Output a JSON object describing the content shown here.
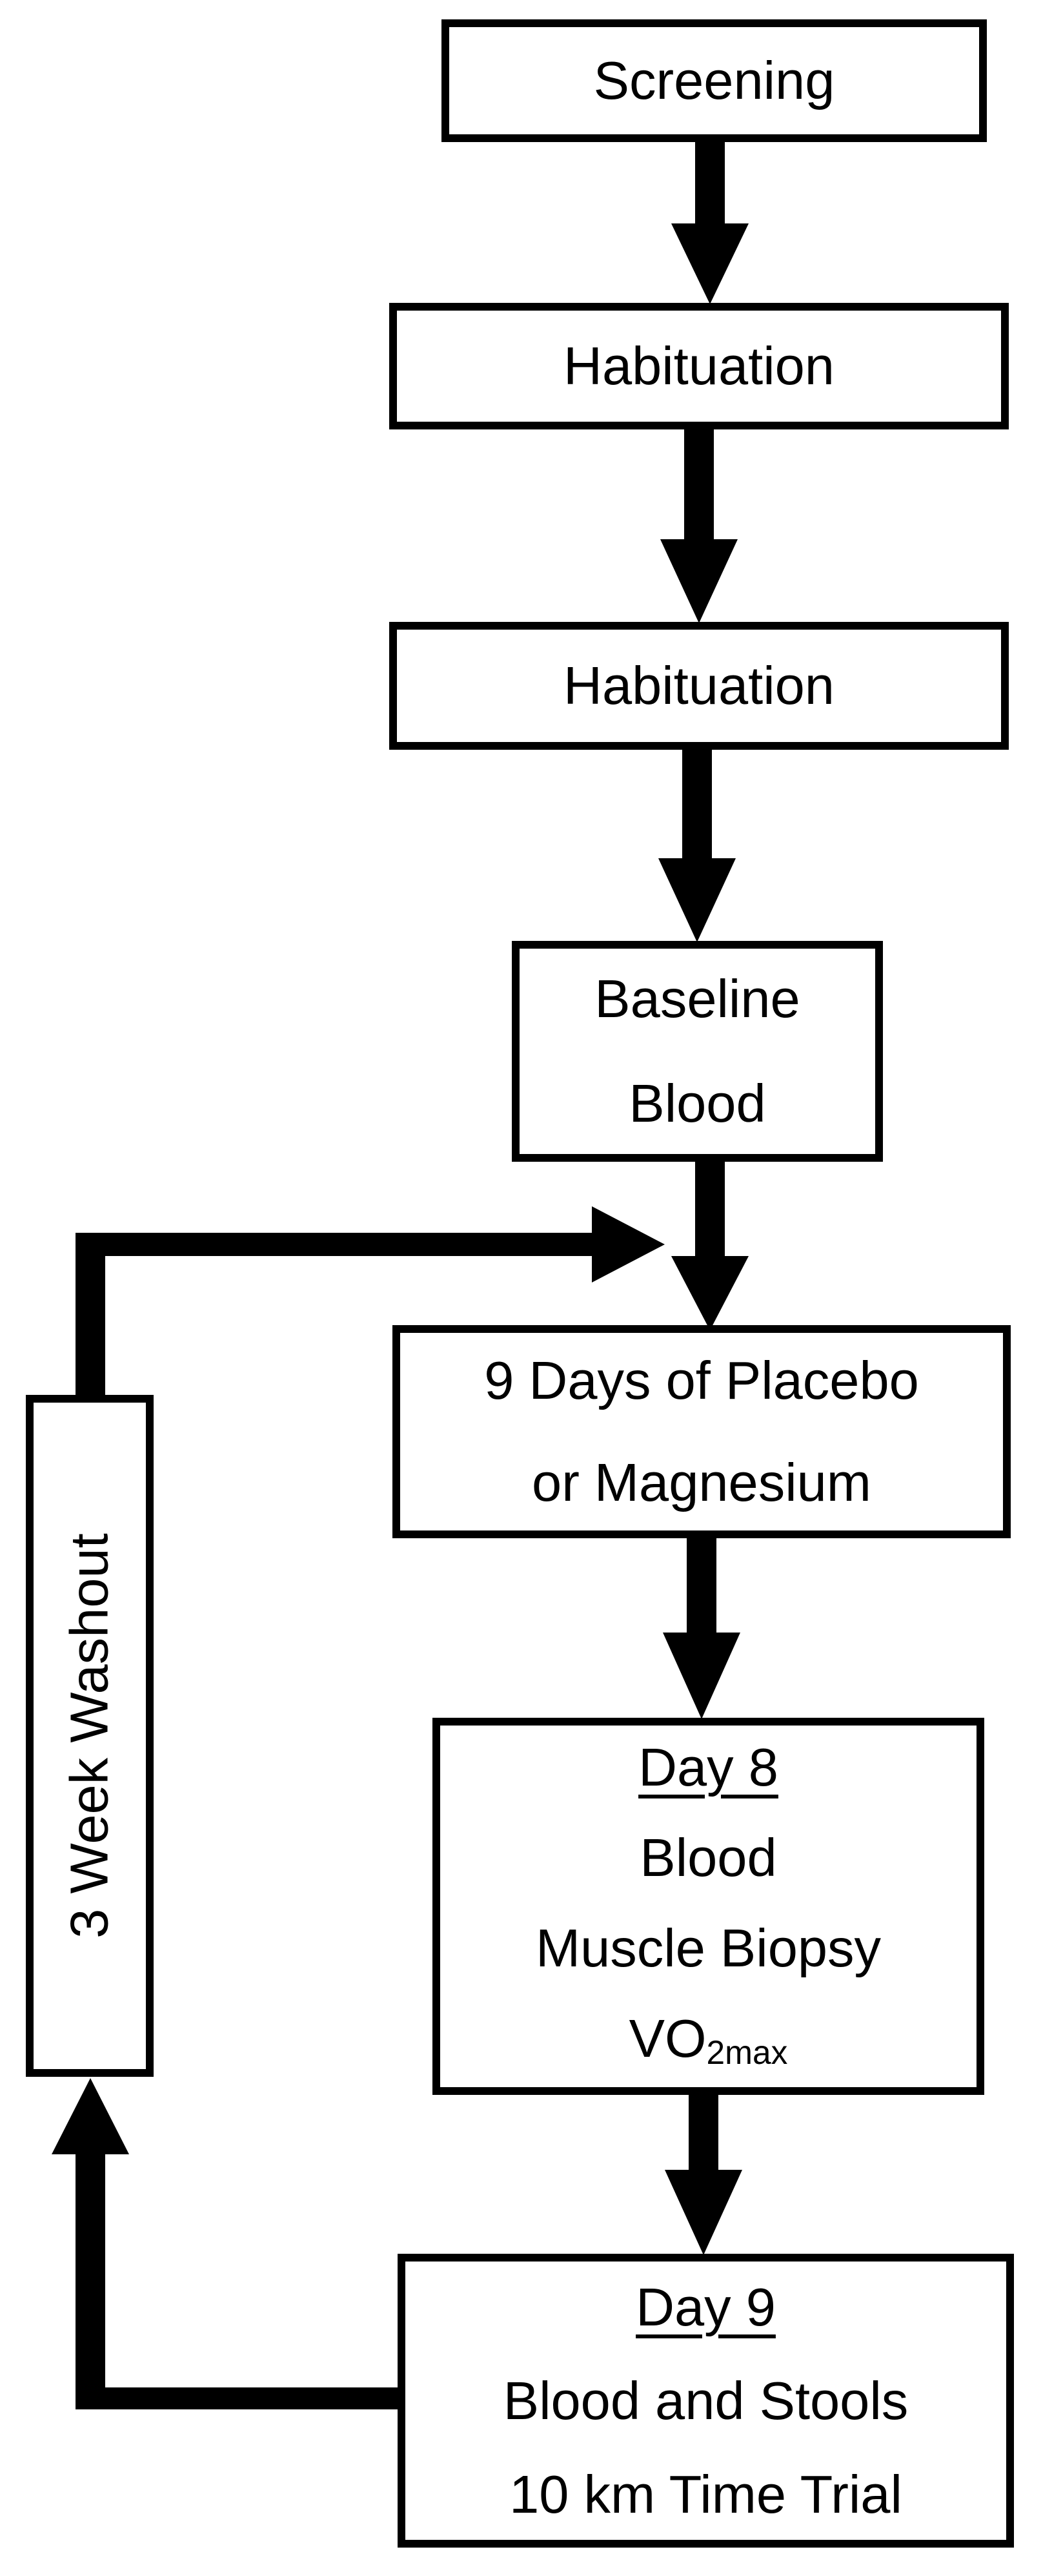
{
  "colors": {
    "ink": "#000000",
    "background": "#ffffff"
  },
  "nodes": {
    "screening": {
      "label": "Screening"
    },
    "habituation1": {
      "label": "Habituation"
    },
    "habituation2": {
      "label": "Habituation"
    },
    "baseline": {
      "lines": [
        "Baseline",
        "Blood"
      ]
    },
    "treatment": {
      "lines": [
        "9 Days of Placebo",
        "or Magnesium"
      ]
    },
    "day8": {
      "title": "Day 8",
      "items": [
        "Blood",
        "Muscle Biopsy"
      ],
      "vo2max": {
        "base": "VO",
        "subscript": "2max"
      }
    },
    "day9": {
      "title": "Day 9",
      "items": [
        "Blood and Stools",
        "10 km Time Trial"
      ]
    },
    "washout": {
      "label": "3 Week Washout"
    }
  }
}
